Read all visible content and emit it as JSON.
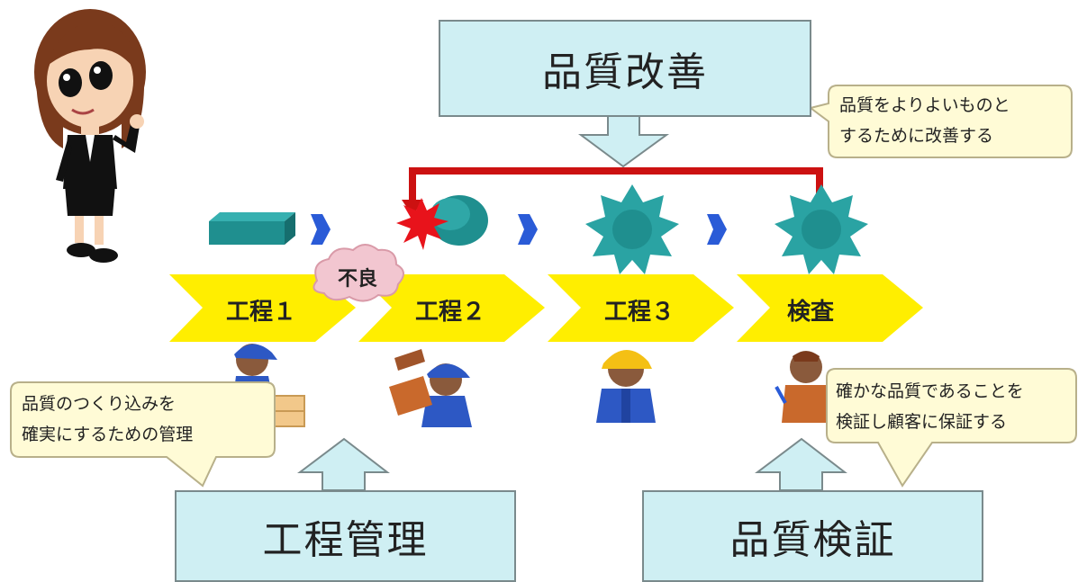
{
  "top_box": {
    "title": "品質改善"
  },
  "bottom_left_box": {
    "title": "工程管理"
  },
  "bottom_right_box": {
    "title": "品質検証"
  },
  "stages": [
    {
      "label": "工程１"
    },
    {
      "label": "工程２"
    },
    {
      "label": "工程３"
    },
    {
      "label": "検査"
    }
  ],
  "defect_cloud": {
    "label": "不良"
  },
  "callouts": {
    "improvement": {
      "lines": [
        "品質をよりよいものと",
        "するために改善する"
      ]
    },
    "process_control": {
      "lines": [
        "品質のつくり込みを",
        "確実にするための管理"
      ]
    },
    "verification": {
      "lines": [
        "確かな品質であることを",
        "検証し顧客に保証する"
      ]
    }
  },
  "colors": {
    "stage_arrow": "#ffee00",
    "box_fill": "#cfeff3",
    "feedback_line": "#cc1111",
    "callout_fill": "#fffbd6",
    "part": "#1f8f8f",
    "flow_arrow": "#2a5bd7"
  }
}
